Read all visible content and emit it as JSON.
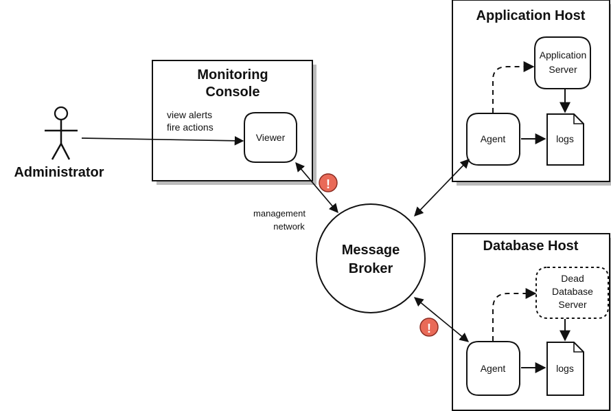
{
  "actor": {
    "label": "Administrator"
  },
  "monitoring_console": {
    "title_line1": "Monitoring",
    "title_line2": "Console",
    "action_line1": "view alerts",
    "action_line2": "fire actions",
    "viewer_label": "Viewer"
  },
  "application_host": {
    "title": "Application Host",
    "server_line1": "Application",
    "server_line2": "Server",
    "agent_label": "Agent",
    "logs_label": "logs"
  },
  "database_host": {
    "title": "Database Host",
    "server_line1": "Dead",
    "server_line2": "Database",
    "server_line3": "Server",
    "agent_label": "Agent",
    "logs_label": "logs"
  },
  "broker": {
    "line1": "Message",
    "line2": "Broker"
  },
  "network": {
    "line1": "management",
    "line2": "network"
  },
  "alert_symbol": "!",
  "colors": {
    "alert_fill": "#e96a58",
    "alert_stroke": "#8b2d23",
    "line": "#111111",
    "shadow": "#bbbbbb"
  }
}
